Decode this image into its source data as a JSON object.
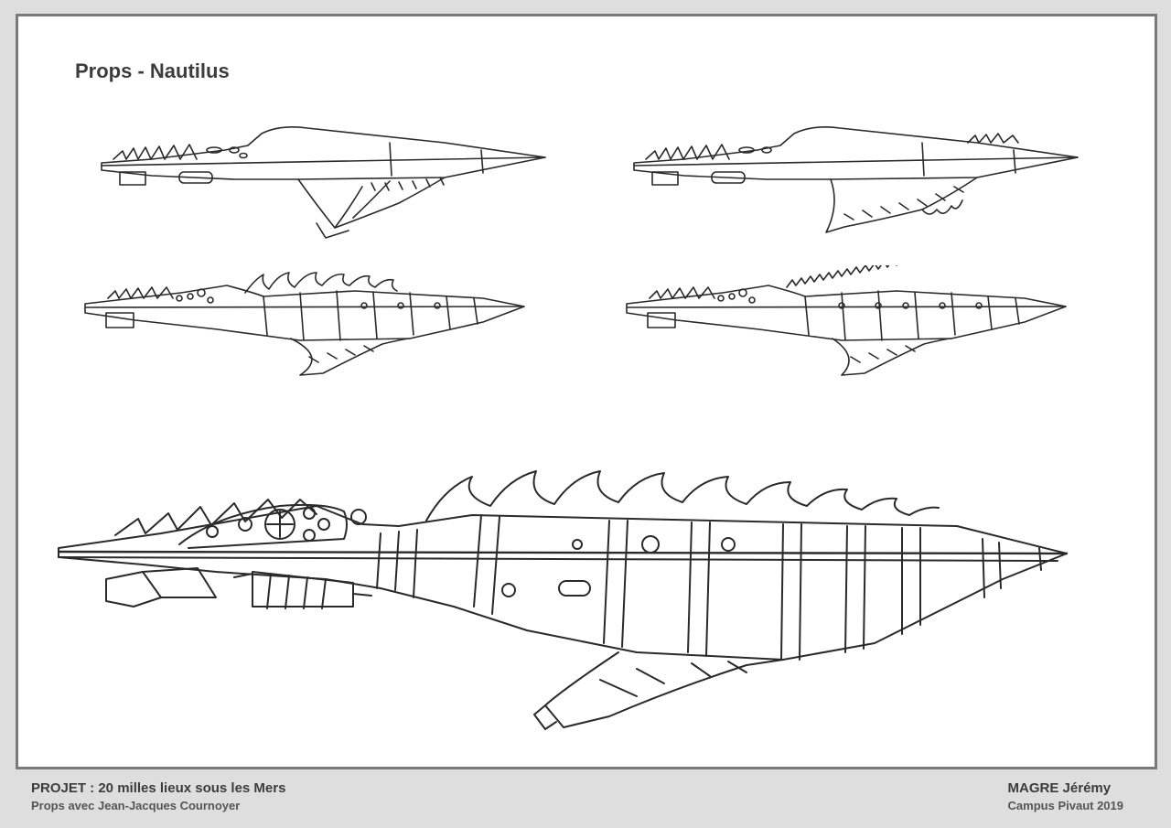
{
  "sheet": {
    "title": "Props - Nautilus"
  },
  "footer": {
    "project": "PROJET : 20 milles lieux sous les Mers",
    "subtitle": "Props avec Jean-Jacques Cournoyer",
    "author": "MAGRE Jérémy",
    "school": "Campus Pivaut 2019"
  },
  "colors": {
    "background": "#dedede",
    "sheet": "#ffffff",
    "frame": "#7a7a7a",
    "ink": "#2a2a2a",
    "text": "#3c3c3c"
  },
  "sketches": [
    {
      "label": "nautilus-sketch-1"
    },
    {
      "label": "nautilus-sketch-2"
    },
    {
      "label": "nautilus-sketch-3"
    },
    {
      "label": "nautilus-sketch-4"
    },
    {
      "label": "nautilus-sketch-main"
    }
  ]
}
